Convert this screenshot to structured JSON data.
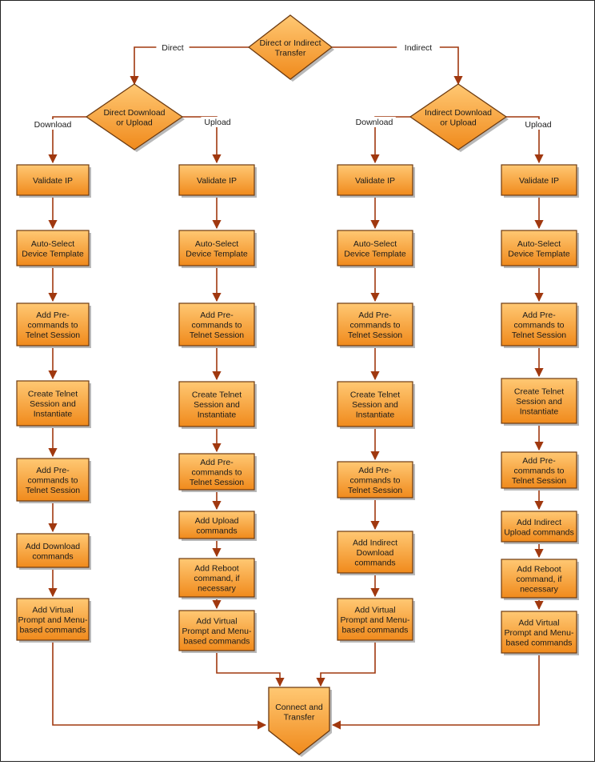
{
  "colors": {
    "fill_light": "#ffc873",
    "fill_dark": "#f08a1c",
    "stroke": "#6e3b10",
    "connector": "#a0380f",
    "shadow": "#b9b9b9"
  },
  "decisions": {
    "root": [
      "Direct or Indirect",
      "Transfer"
    ],
    "direct": [
      "Direct Download",
      "or Upload"
    ],
    "indirect": [
      "Indirect Download",
      "or Upload"
    ]
  },
  "branch_labels": {
    "direct": "Direct",
    "indirect": "Indirect",
    "direct_download": "Download",
    "direct_upload": "Upload",
    "indirect_download": "Download",
    "indirect_upload": "Upload"
  },
  "columns": [
    {
      "id": "direct-download",
      "steps": [
        [
          "Validate IP"
        ],
        [
          "Auto-Select",
          "Device Template"
        ],
        [
          "Add Pre-",
          "commands to",
          "Telnet Session"
        ],
        [
          "Create Telnet",
          "Session and",
          "Instantiate"
        ],
        [
          "Add Pre-",
          "commands to",
          "Telnet Session"
        ],
        [
          "Add Download",
          "commands"
        ],
        [
          "Add Virtual",
          "Prompt and Menu-",
          "based commands"
        ]
      ]
    },
    {
      "id": "direct-upload",
      "steps": [
        [
          "Validate IP"
        ],
        [
          "Auto-Select",
          "Device Template"
        ],
        [
          "Add Pre-",
          "commands to",
          "Telnet Session"
        ],
        [
          "Create Telnet",
          "Session and",
          "Instantiate"
        ],
        [
          "Add Pre-",
          "commands to",
          "Telnet Session"
        ],
        [
          "Add Upload",
          "commands"
        ],
        [
          "Add Reboot",
          "command, if",
          "necessary"
        ],
        [
          "Add Virtual",
          "Prompt and Menu-",
          "based commands"
        ]
      ]
    },
    {
      "id": "indirect-download",
      "steps": [
        [
          "Validate IP"
        ],
        [
          "Auto-Select",
          "Device Template"
        ],
        [
          "Add Pre-",
          "commands to",
          "Telnet Session"
        ],
        [
          "Create Telnet",
          "Session and",
          "Instantiate"
        ],
        [
          "Add Pre-",
          "commands to",
          "Telnet Session"
        ],
        [
          "Add Indirect",
          "Download",
          "commands"
        ],
        [
          "Add Virtual",
          "Prompt and Menu-",
          "based commands"
        ]
      ]
    },
    {
      "id": "indirect-upload",
      "steps": [
        [
          "Validate IP"
        ],
        [
          "Auto-Select",
          "Device Template"
        ],
        [
          "Add Pre-",
          "commands to",
          "Telnet Session"
        ],
        [
          "Create Telnet",
          "Session and",
          "Instantiate"
        ],
        [
          "Add Pre-",
          "commands to",
          "Telnet Session"
        ],
        [
          "Add Indirect",
          "Upload commands"
        ],
        [
          "Add Reboot",
          "command, if",
          "necessary"
        ],
        [
          "Add Virtual",
          "Prompt and Menu-",
          "based commands"
        ]
      ]
    }
  ],
  "terminal": [
    "Connect and",
    "Transfer"
  ]
}
